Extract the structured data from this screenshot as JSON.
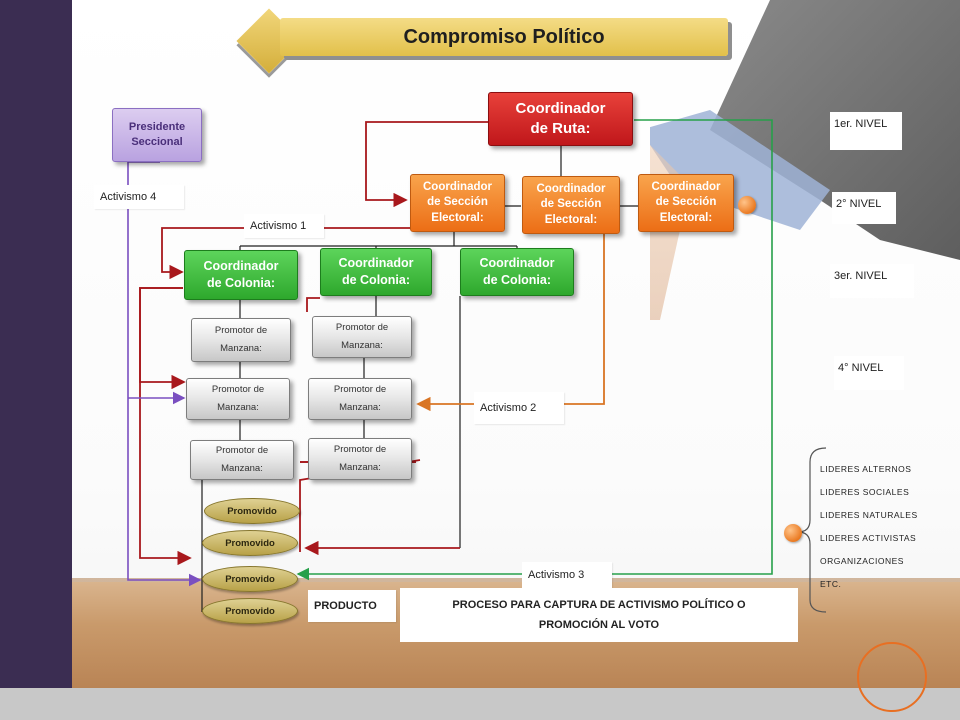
{
  "title": "Compromiso Político",
  "president": {
    "line1": "Presidente",
    "line2": "Seccional"
  },
  "route_coordinator": {
    "line1": "Coordinador",
    "line2": "de Ruta:"
  },
  "section_coordinators": [
    {
      "line1": "Coordinador",
      "line2": "de Sección",
      "line3": "Electoral:"
    },
    {
      "line1": "Coordinador",
      "line2": "de Sección",
      "line3": "Electoral:"
    },
    {
      "line1": "Coordinador",
      "line2": "de Sección",
      "line3": "Electoral:"
    }
  ],
  "colony_coordinators": [
    {
      "line1": "Coordinador",
      "line2": "de Colonia:"
    },
    {
      "line1": "Coordinador",
      "line2": "de Colonia:"
    },
    {
      "line1": "Coordinador",
      "line2": "de Colonia:"
    }
  ],
  "block_promoters": [
    {
      "line1": "Promotor de",
      "line2": "Manzana:"
    },
    {
      "line1": "Promotor de",
      "line2": "Manzana:"
    },
    {
      "line1": "Promotor de",
      "line2": "Manzana:"
    },
    {
      "line1": "Promotor de",
      "line2": "Manzana:"
    },
    {
      "line1": "Promotor de",
      "line2": "Manzana:"
    },
    {
      "line1": "Promotor de",
      "line2": "Manzana:"
    }
  ],
  "promoted": [
    "Promovido",
    "Promovido",
    "Promovido",
    "Promovido"
  ],
  "activism": {
    "a1": "Activismo 1",
    "a2": "Activismo 2",
    "a3": "Activismo 3",
    "a4": "Activismo 4"
  },
  "levels": [
    "1er. NIVEL",
    "2° NIVEL",
    "3er. NIVEL",
    "4° NIVEL"
  ],
  "leaders": [
    "LIDERES ALTERNOS",
    "LIDERES SOCIALES",
    "LIDERES NATURALES",
    "LIDERES ACTIVISTAS",
    "ORGANIZACIONES",
    "ETC."
  ],
  "product_label": "PRODUCTO",
  "process": {
    "line1": "PROCESO PARA CAPTURA DE ACTIVISMO POLÍTICO O",
    "line2": "PROMOCIÓN AL VOTO"
  },
  "colors": {
    "route": "#c0171b",
    "section": "#ec6e16",
    "colony": "#2ea82d",
    "president": "#b9a2e0",
    "accent_ring": "#e86f22",
    "frame_left": "#3b2d52",
    "connector_red": "#a8181c",
    "connector_orange": "#d97524",
    "connector_purple": "#7a4fc0",
    "connector_green": "#27a04a"
  }
}
